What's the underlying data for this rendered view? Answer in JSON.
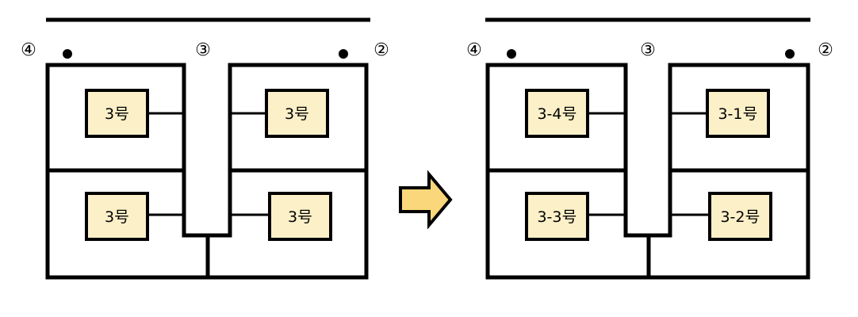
{
  "colors": {
    "line": "#000000",
    "label_fill": "#FCF0C8",
    "arrow_fill": "#F9D77A",
    "background": "#FFFFFF"
  },
  "before": {
    "markers": {
      "left": "④",
      "center": "③",
      "right": "②"
    },
    "labels": {
      "top_left": "3号",
      "top_right": "3号",
      "bottom_left": "3号",
      "bottom_right": "3号"
    }
  },
  "after": {
    "markers": {
      "left": "④",
      "center": "③",
      "right": "②"
    },
    "labels": {
      "top_left": "3-4号",
      "top_right": "3-1号",
      "bottom_left": "3-3号",
      "bottom_right": "3-2号"
    }
  },
  "arrow": {
    "icon": "right-arrow-icon",
    "direction": "right"
  }
}
